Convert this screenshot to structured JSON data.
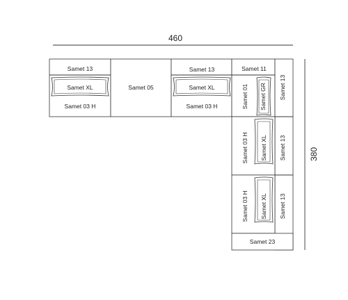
{
  "dimensions": {
    "width_label": "460",
    "height_label": "380"
  },
  "modules": {
    "m1": {
      "top": "Samet 13",
      "pillow": "Samet XL",
      "bottom": "Samet 03 H"
    },
    "m2": {
      "center": "Samet 05"
    },
    "m3": {
      "top": "Samet 13",
      "pillow": "Samet XL",
      "bottom": "Samet 03 H"
    },
    "corner": {
      "top": "Samet 11",
      "left": "Samet 01",
      "pillow": "Samet GR",
      "right": "Samet 13"
    },
    "r2": {
      "left": "Samet 03 H",
      "pillow": "Samet XL",
      "right": "Samet 13"
    },
    "r3": {
      "left": "Samet 03 H",
      "pillow": "Samet XL",
      "right": "Samet 13"
    },
    "end": {
      "label": "Samet 23"
    }
  }
}
